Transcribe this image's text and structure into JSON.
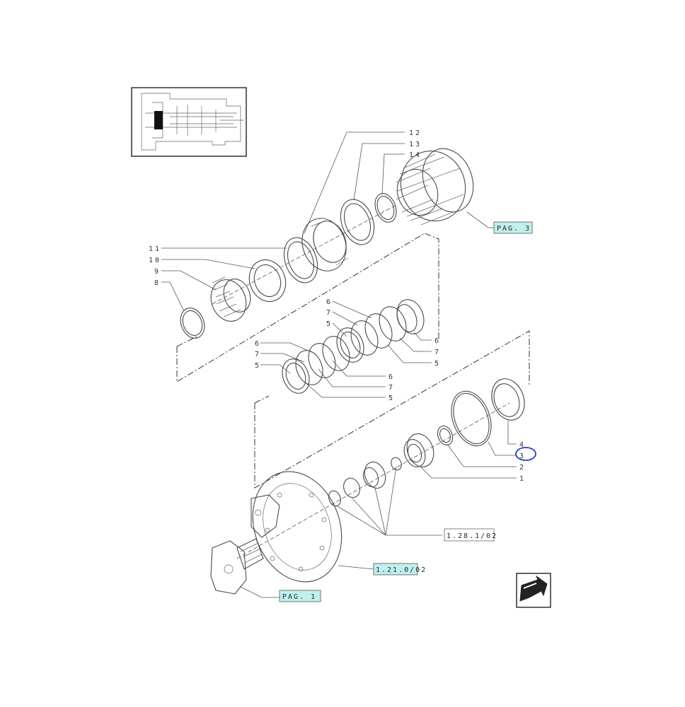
{
  "labels": {
    "n12": "12",
    "n13": "13",
    "n14": "14",
    "n11": "11",
    "n10": "10",
    "n9": "9",
    "n8": "8",
    "ua6": "6",
    "ua7": "7",
    "ua5": "5",
    "ub6": "6",
    "ub7": "7",
    "ub5": "5",
    "la6": "6",
    "la7": "7",
    "la5": "5",
    "lb6": "6",
    "lb7": "7",
    "lb5": "5",
    "n4": "4",
    "n3": "3",
    "n2": "2",
    "n1": "1"
  },
  "references": {
    "pag3": "PAG. 3",
    "ref_28": "1.28.1/02",
    "ref_21": "1.21.0/02",
    "pag1": "PAG. 1"
  },
  "colors": {
    "ref_highlight": "#bff0ee",
    "circle_mark": "#1f3fbf",
    "line": "#4a4a4a"
  },
  "icons": {
    "thumbnail": "transmission-overview-thumbnail",
    "nav": "next-page-arrow-icon"
  }
}
